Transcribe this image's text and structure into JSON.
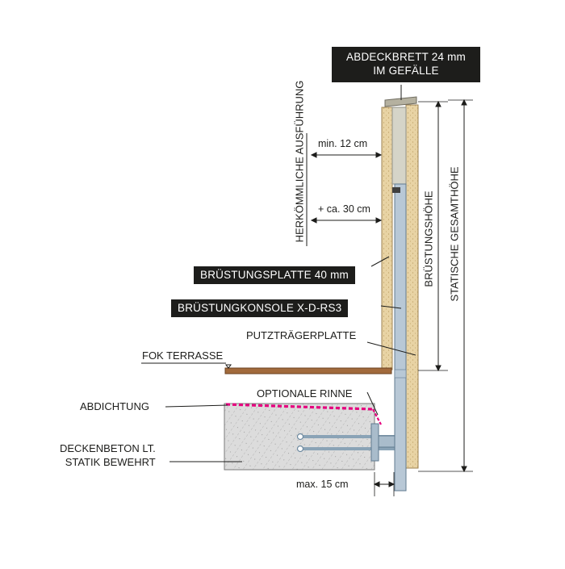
{
  "labels": {
    "abdeckbrett_line1": "ABDECKBRETT 24 mm",
    "abdeckbrett_line2": "IM GEFÄLLE",
    "herkoemmliche": "HERKÖMMLICHE AUSFÜHRUNG",
    "min12": "min. 12 cm",
    "ca30": "+ ca. 30 cm",
    "bruestungsplatte": "BRÜSTUNGSPLATTE 40 mm",
    "bruestungkonsole": "BRÜSTUNGKONSOLE  X-D-RS3",
    "putztraegerplatte": "PUTZTRÄGERPLATTE",
    "fok_terrasse": "FOK TERRASSE",
    "optionale_rinne": "OPTIONALE RINNE",
    "abdichtung": "ABDICHTUNG",
    "deckenbeton_line1": "DECKENBETON LT.",
    "deckenbeton_line2": "STATIK BEWEHRT",
    "max15": "max. 15 cm",
    "bruestungshoehe": "BRÜSTUNGSHÖHE",
    "statische_gesamthoehe": "STATISCHE GESAMTHÖHE"
  },
  "colors": {
    "ink": "#1d1d1b",
    "label_bg": "#1d1d1b",
    "plaster": "#e8d3a4",
    "insulation": "#d5d4c8",
    "steel": "#b8c8d6",
    "terrace_wood": "#a26a3c",
    "concrete": "#d9d9d9",
    "seal": "#e5007e"
  }
}
